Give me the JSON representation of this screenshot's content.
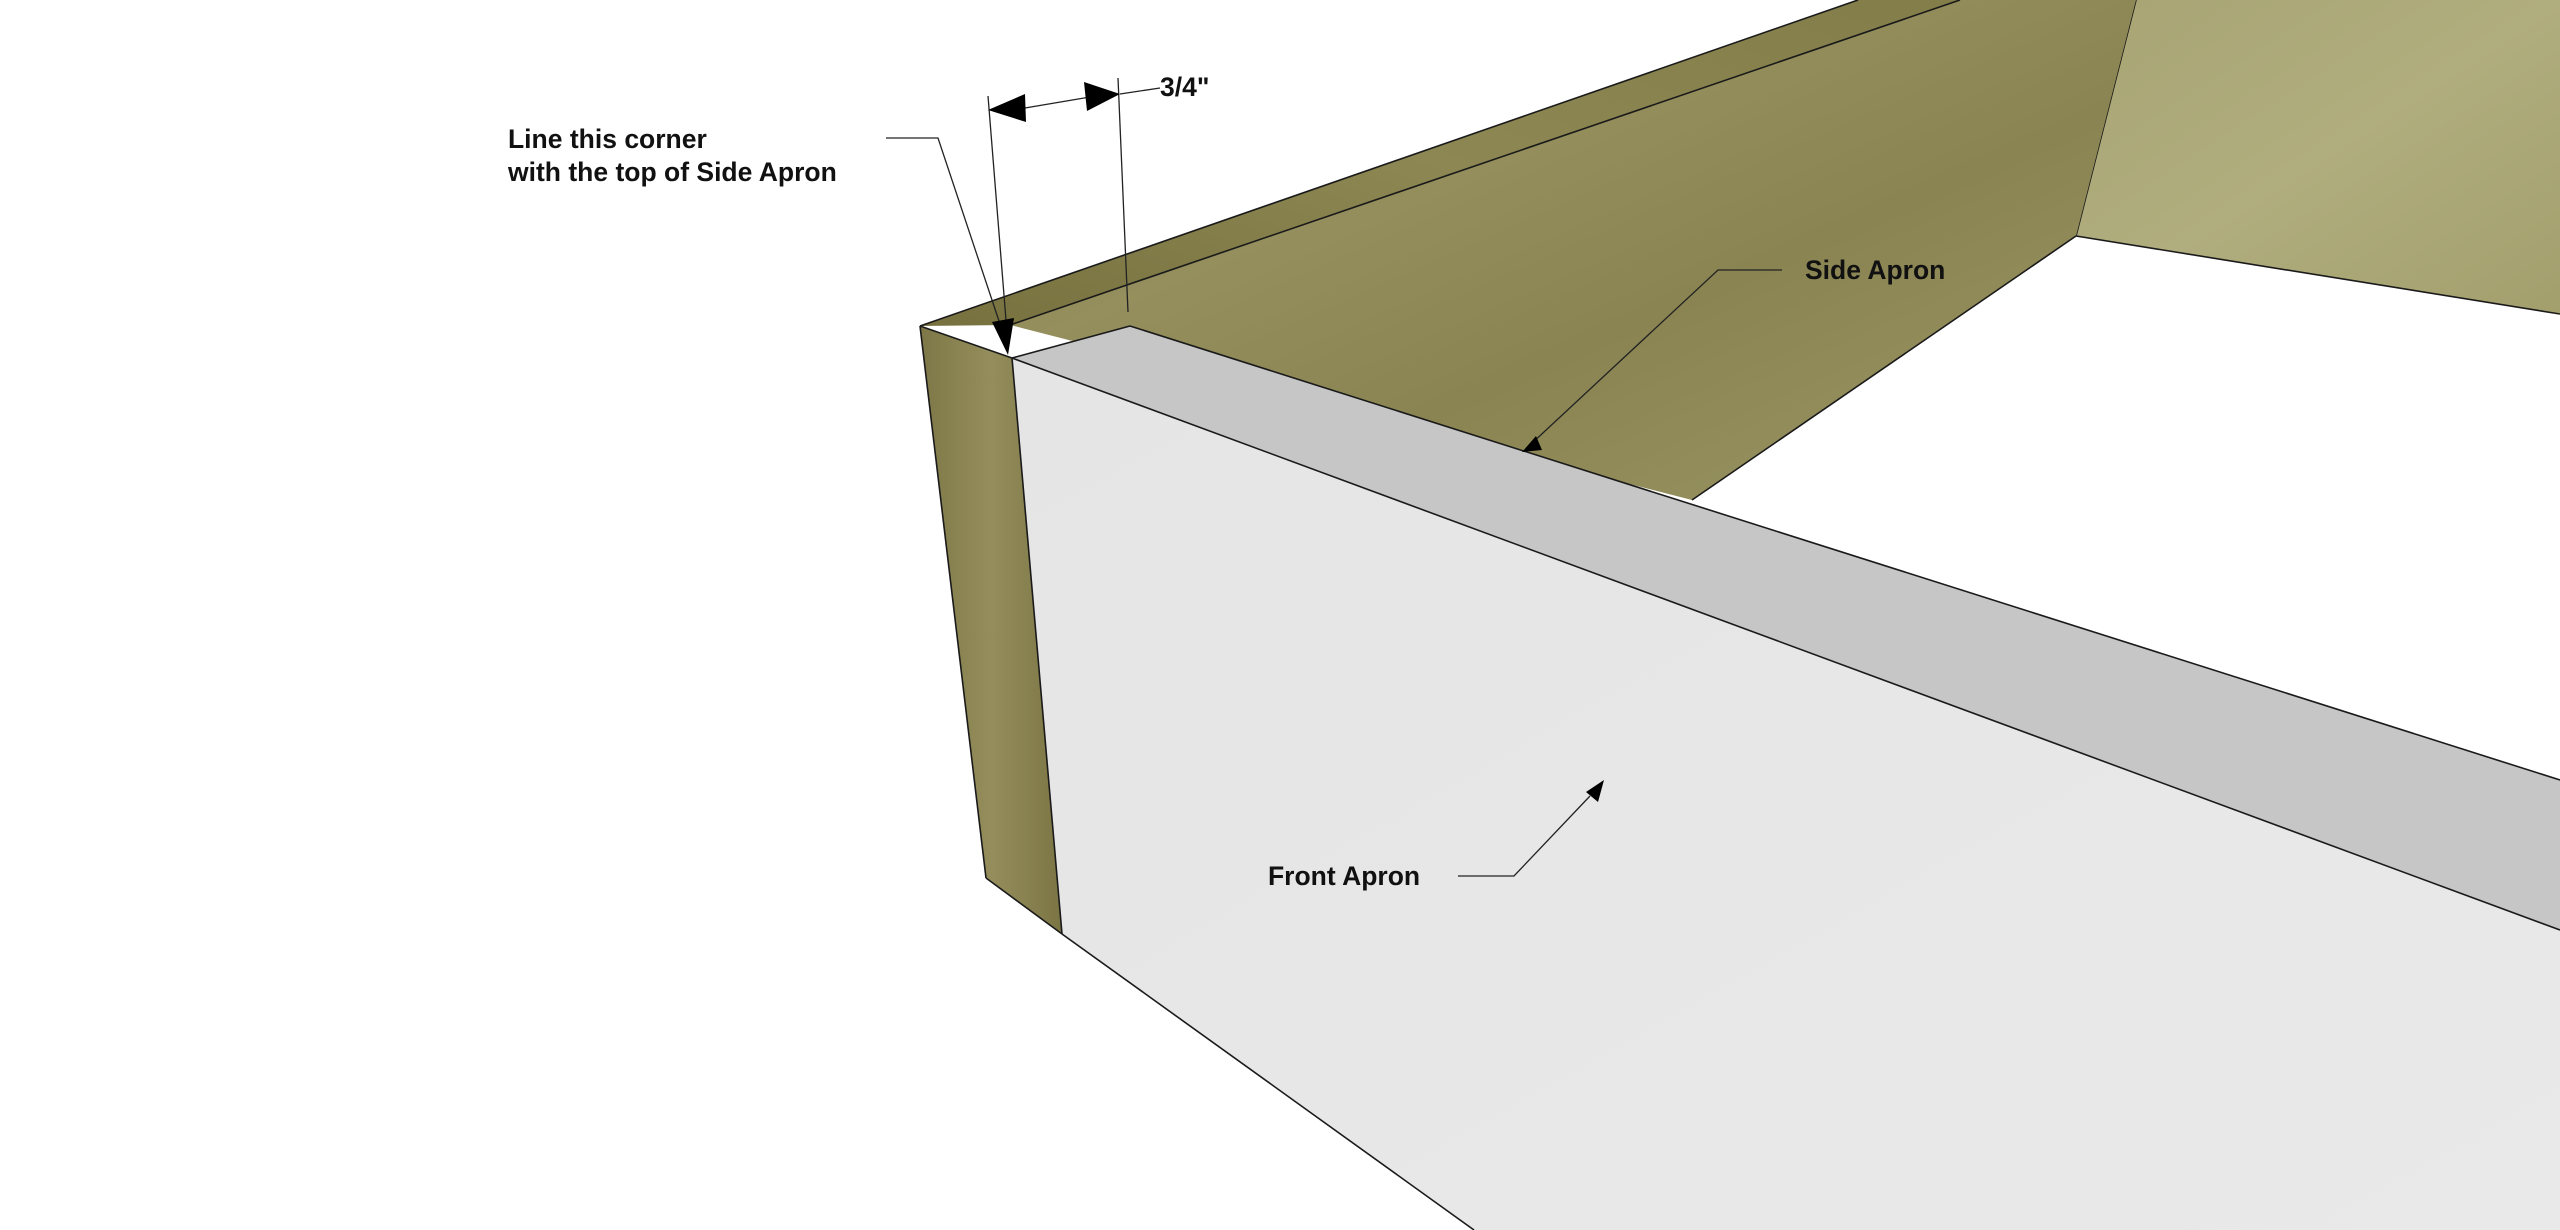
{
  "diagram": {
    "labels": {
      "corner_note_line1": "Line this corner",
      "corner_note_line2": "with the top of Side Apron",
      "dimension": "3/4\"",
      "side_apron": "Side Apron",
      "front_apron": "Front Apron"
    },
    "colors": {
      "wood_mid": "#8f8a58",
      "wood_light": "#a29e6c",
      "wood_dark": "#7a7446",
      "front_face": "#e7e7e7",
      "front_top": "#c6c6c6",
      "edge": "#1a1a1a"
    }
  }
}
